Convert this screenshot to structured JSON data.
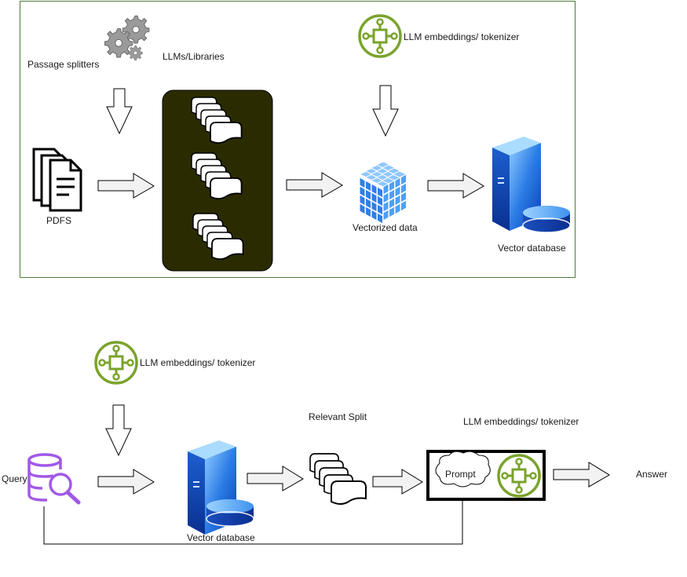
{
  "ingest": {
    "splitter_label": "Passage splitters",
    "libraries_label": "LLMs/Libraries",
    "embeddings_label": "LLM embeddings/ tokenizer",
    "pdfs_label": "PDFS",
    "vectorized_label": "Vectorized data",
    "vector_db_label": "Vector database"
  },
  "query": {
    "embeddings_label": "LLM embeddings/ tokenizer",
    "query_label": "Query",
    "vector_db_label": "Vector database",
    "relevant_split_label": "Relevant Split",
    "prompt_embeddings_label": "LLM embeddings/ tokenizer",
    "prompt_label": "Prompt",
    "answer_label": "Answer"
  },
  "colors": {
    "frame_border": "#4f7a3a",
    "llm_box_fill": "#2b2b00",
    "green_icon": "#7aa32c",
    "query_icon": "#a259e6",
    "server_blue": "#1e6fe0",
    "cube_blue": "#3a8ef0"
  }
}
